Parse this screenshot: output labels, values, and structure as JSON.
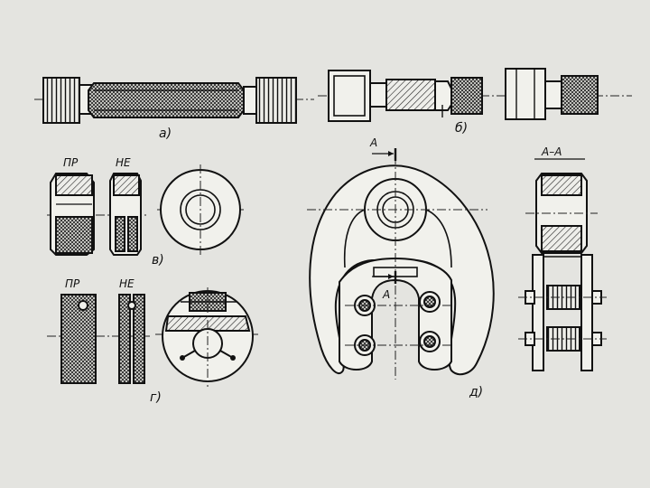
{
  "labels": {
    "fig_a": "а)",
    "fig_b": "б)",
    "fig_v": "в)",
    "fig_g": "г)",
    "fig_d": "д)",
    "go_v": "ПР",
    "nogo_v": "НЕ",
    "go_g": "ПР",
    "nogo_g": "НЕ",
    "section_a_top": "А",
    "section_a_mid": "А",
    "section_view": "А–А"
  },
  "colors": {
    "background": "#e4e4e0",
    "ink": "#111111",
    "paper": "#f1f1ec"
  }
}
